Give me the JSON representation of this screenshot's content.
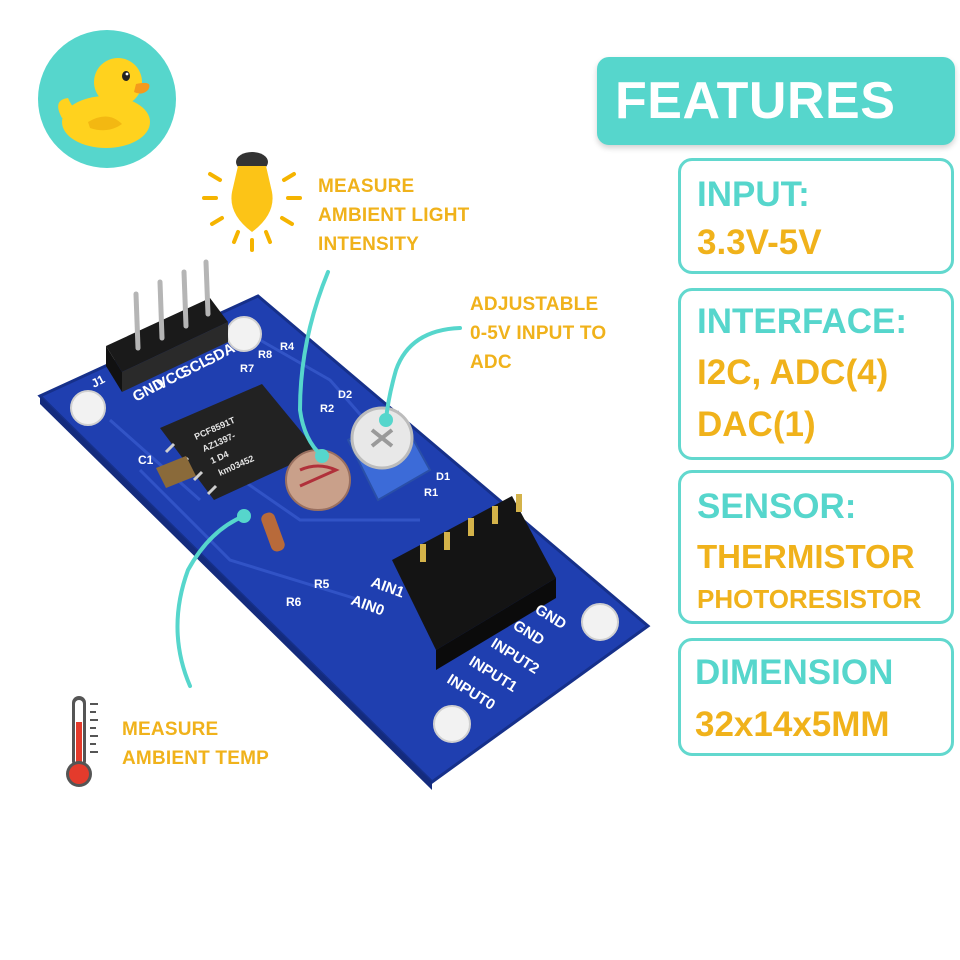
{
  "callouts": {
    "light": "MEASURE\nAMBIENT LIGHT\nINTENSITY",
    "adjustable": "ADJUSTABLE\n0-5V INPUT TO\nADC",
    "temp": "MEASURE\nAMBIENT TEMP"
  },
  "features": {
    "title": "FEATURES",
    "input": {
      "label": "INPUT:",
      "value": "3.3V-5V"
    },
    "interface": {
      "label": "INTERFACE:",
      "value": "I2C, ADC(4)\nDAC(1)"
    },
    "sensor": {
      "label": "SENSOR:",
      "value1": "THERMISTOR",
      "value2": "PHOTORESISTOR"
    },
    "dimension": {
      "label": "DIMENSION",
      "value": "32x14x5MM"
    }
  },
  "board": {
    "header_pins": [
      "GND",
      "VCC",
      "SCL",
      "SDA"
    ],
    "header_ref": "J1",
    "chip_lines": [
      "PCF8591T",
      "AZ1397-",
      "1  D4",
      "km03452"
    ],
    "jumper_labels": [
      "GND",
      "GND",
      "INPUT2",
      "INPUT1",
      "INPUT0"
    ],
    "silk_ain": [
      "AIN1",
      "AIN0"
    ],
    "refs": [
      "C1",
      "R5",
      "R6",
      "R7",
      "R8",
      "R1",
      "R2",
      "D1",
      "D2",
      "R4"
    ]
  },
  "colors": {
    "accent": "#56d6cc",
    "text_yellow": "#f0b21b",
    "pcb_blue": "#1f3fb0"
  },
  "icons": [
    "duck-logo-icon",
    "light-bulb-icon",
    "thermometer-icon"
  ]
}
